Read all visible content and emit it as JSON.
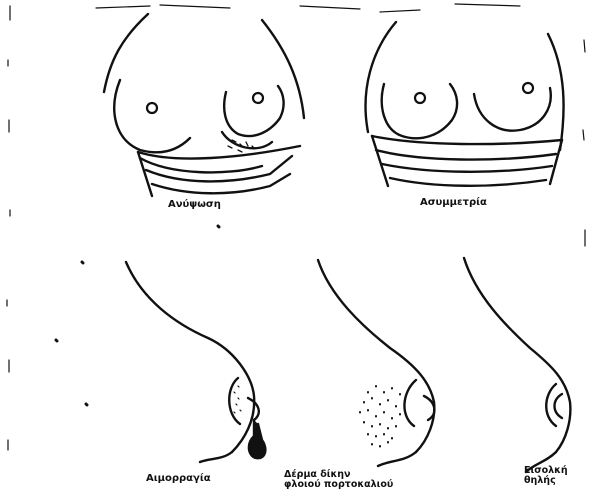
{
  "figures": [
    {
      "id": "elevation",
      "caption": "Ανύψωση"
    },
    {
      "id": "asymmetry",
      "caption": "Ασυμμετρία"
    },
    {
      "id": "bleeding",
      "caption": "Αιμορραγία"
    },
    {
      "id": "orange-peel",
      "caption_lines": [
        "Δέρμα δίκην",
        "φλοιού πορτοκαλιού"
      ]
    },
    {
      "id": "retraction",
      "caption_lines": [
        "Εισολκή",
        "θηλής"
      ]
    }
  ],
  "ink_color": "#111111",
  "paper_color": "#ffffff"
}
